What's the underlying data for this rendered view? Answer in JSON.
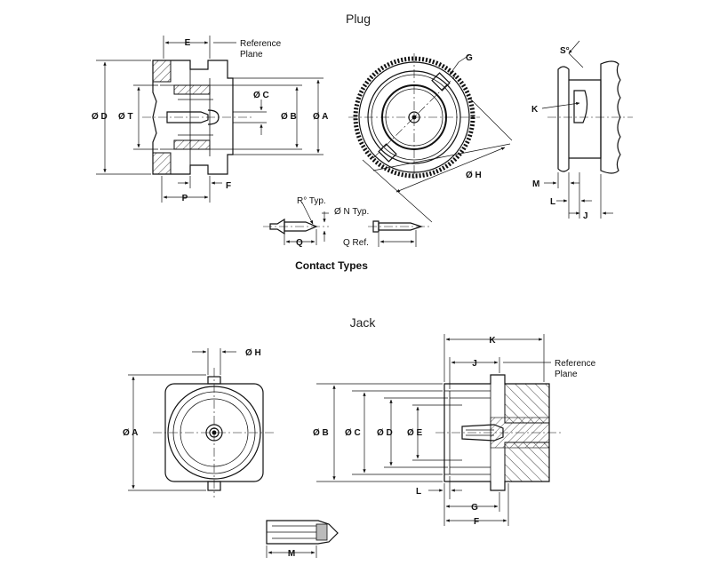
{
  "plug": {
    "title": "Plug",
    "reference_plane": [
      "Reference",
      "Plane"
    ],
    "dims": {
      "E": "E",
      "F": "F",
      "P": "P",
      "D": "Ø D",
      "T": "Ø T",
      "C": "Ø C",
      "B": "Ø B",
      "A": "Ø A",
      "G": "G",
      "H": "Ø H",
      "S": "S°",
      "K": "K",
      "M": "M",
      "L": "L",
      "J": "J"
    }
  },
  "contacts": {
    "title": "Contact Types",
    "R": "R° Typ.",
    "N": "Ø N Typ.",
    "Q": "Q",
    "Q_ref": "Q Ref."
  },
  "jack": {
    "title": "Jack",
    "reference_plane": [
      "Reference",
      "Plane"
    ],
    "dims": {
      "H": "Ø H",
      "A": "Ø A",
      "B": "Ø B",
      "C": "Ø C",
      "D": "Ø D",
      "E": "Ø E",
      "K": "K",
      "J": "J",
      "L": "L",
      "G": "G",
      "F": "F",
      "M": "M"
    }
  }
}
